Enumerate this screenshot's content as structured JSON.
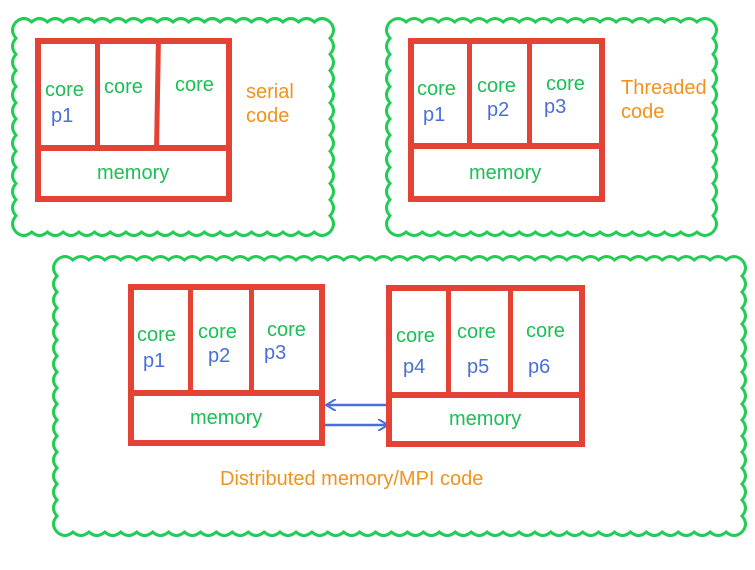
{
  "serial": {
    "caption_line1": "serial",
    "caption_line2": "code",
    "cores": [
      {
        "label": "core",
        "proc": "p1"
      },
      {
        "label": "core",
        "proc": ""
      },
      {
        "label": "core",
        "proc": ""
      }
    ],
    "memory": "memory"
  },
  "threaded": {
    "caption_line1": "Threaded",
    "caption_line2": "code",
    "cores": [
      {
        "label": "core",
        "proc": "p1"
      },
      {
        "label": "core",
        "proc": "p2"
      },
      {
        "label": "core",
        "proc": "p3"
      }
    ],
    "memory": "memory"
  },
  "distributed": {
    "caption": "Distributed memory/MPI code",
    "node_a": {
      "cores": [
        {
          "label": "core",
          "proc": "p1"
        },
        {
          "label": "core",
          "proc": "p2"
        },
        {
          "label": "core",
          "proc": "p3"
        }
      ],
      "memory": "memory"
    },
    "node_b": {
      "cores": [
        {
          "label": "core",
          "proc": "p4"
        },
        {
          "label": "core",
          "proc": "p5"
        },
        {
          "label": "core",
          "proc": "p6"
        }
      ],
      "memory": "memory"
    }
  },
  "colors": {
    "box": "#e44235",
    "cloud": "#22cc55",
    "core_text": "#1bbf55",
    "proc_text": "#4a6fd8",
    "caption_text": "#f0931e",
    "arrow": "#4a6fd8"
  }
}
